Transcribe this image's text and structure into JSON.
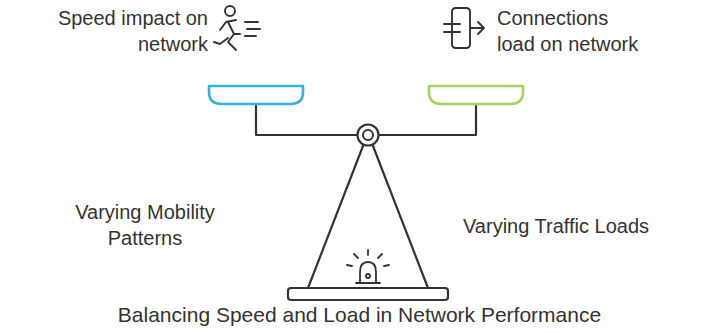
{
  "diagram": {
    "title": "Balancing Speed and Load in Network Performance",
    "labels": [
      "Speed impact on network",
      "Connections load on network",
      "Varying Mobility Patterns",
      "Varying Traffic Loads"
    ]
  }
}
